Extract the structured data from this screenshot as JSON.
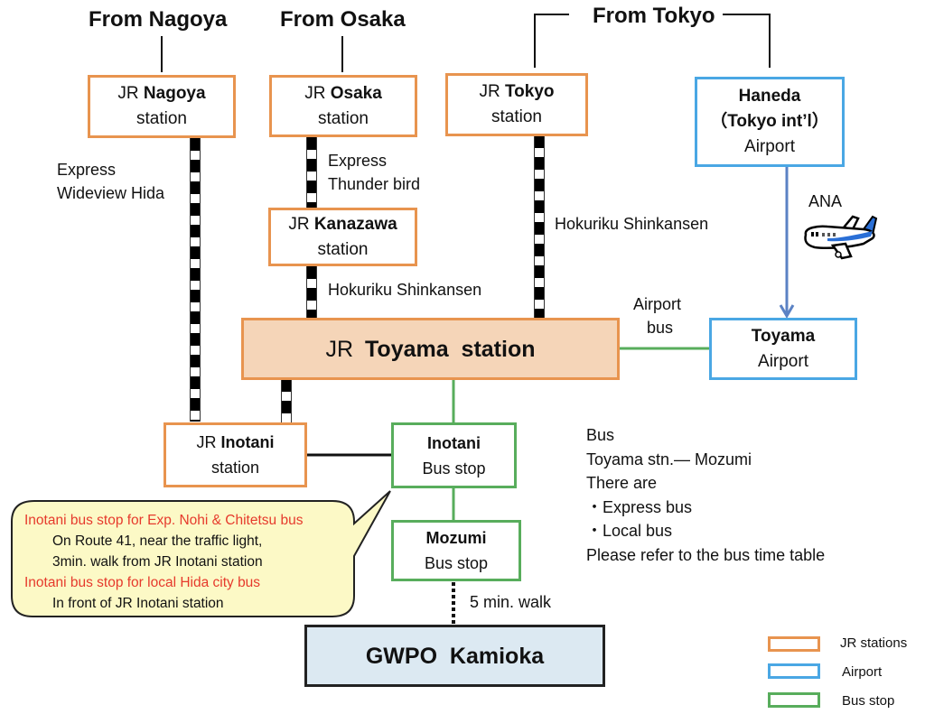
{
  "headers": {
    "from_nagoya": "From Nagoya",
    "from_osaka": "From Osaka",
    "from_tokyo": "From Tokyo"
  },
  "stations": {
    "nagoya": {
      "prefix": "JR ",
      "name": "Nagoya",
      "suffix": "station"
    },
    "osaka": {
      "prefix": "JR ",
      "name": "Osaka",
      "suffix": "station"
    },
    "tokyo": {
      "prefix": "JR ",
      "name": "Tokyo",
      "suffix": "station"
    },
    "kanazawa": {
      "prefix": "JR ",
      "name": "Kanazawa",
      "suffix": "station"
    },
    "toyama": {
      "prefix": "JR ",
      "name": "Toyama  station"
    },
    "inotani": {
      "prefix": "JR ",
      "name": "Inotani",
      "suffix": "station"
    }
  },
  "airports": {
    "haneda": {
      "name": "Haneda",
      "sub": "（Tokyo int’l）",
      "suffix": "Airport"
    },
    "toyama": {
      "name": "Toyama",
      "suffix": "Airport"
    }
  },
  "bus_stops": {
    "inotani": {
      "name": "Inotani",
      "suffix": "Bus stop"
    },
    "mozumi": {
      "name": "Mozumi",
      "suffix": "Bus stop"
    }
  },
  "destination": {
    "name": "GWPO  Kamioka"
  },
  "route_labels": {
    "wideview_1": "Express",
    "wideview_2": "Wideview Hida",
    "thunderbird_1": "Express",
    "thunderbird_2": "Thunder bird",
    "shinkansen_kanazawa": "Hokuriku Shinkansen",
    "shinkansen_tokyo": "Hokuriku Shinkansen",
    "ana": "ANA",
    "airport_bus_1": "Airport",
    "airport_bus_2": "bus",
    "walk": "5 min. walk"
  },
  "bus_info": {
    "lines": [
      "Bus",
      "Toyama stn.— Mozumi",
      "There are",
      "・Express bus",
      "・Local bus",
      "Please refer to the bus time table"
    ]
  },
  "callout": {
    "lines": [
      {
        "text": "Inotani bus stop for Exp. Nohi & Chitetsu bus",
        "style": "red"
      },
      {
        "text": "On Route 41, near the traffic light,",
        "style": "indent"
      },
      {
        "text": "3min. walk from JR Inotani station",
        "style": "indent"
      },
      {
        "text": "Inotani bus stop for local Hida city bus",
        "style": "red"
      },
      {
        "text": "In front of JR Inotani station",
        "style": "indent"
      }
    ]
  },
  "legend": {
    "items": [
      {
        "label": "JR stations",
        "color": "#e8944f"
      },
      {
        "label": "Airport",
        "color": "#4aa7e4"
      },
      {
        "label": "Bus stop",
        "color": "#58ad5c"
      }
    ]
  },
  "colors": {
    "jr": "#e8944f",
    "airport": "#4aa7e4",
    "bus": "#58ad5c",
    "toyama_fill": "#f5d5b8",
    "destination_fill": "#dce9f2",
    "callout_fill": "#fcf9c6",
    "callout_red": "#e63a2c",
    "flight_arrow": "#5b82c4"
  }
}
